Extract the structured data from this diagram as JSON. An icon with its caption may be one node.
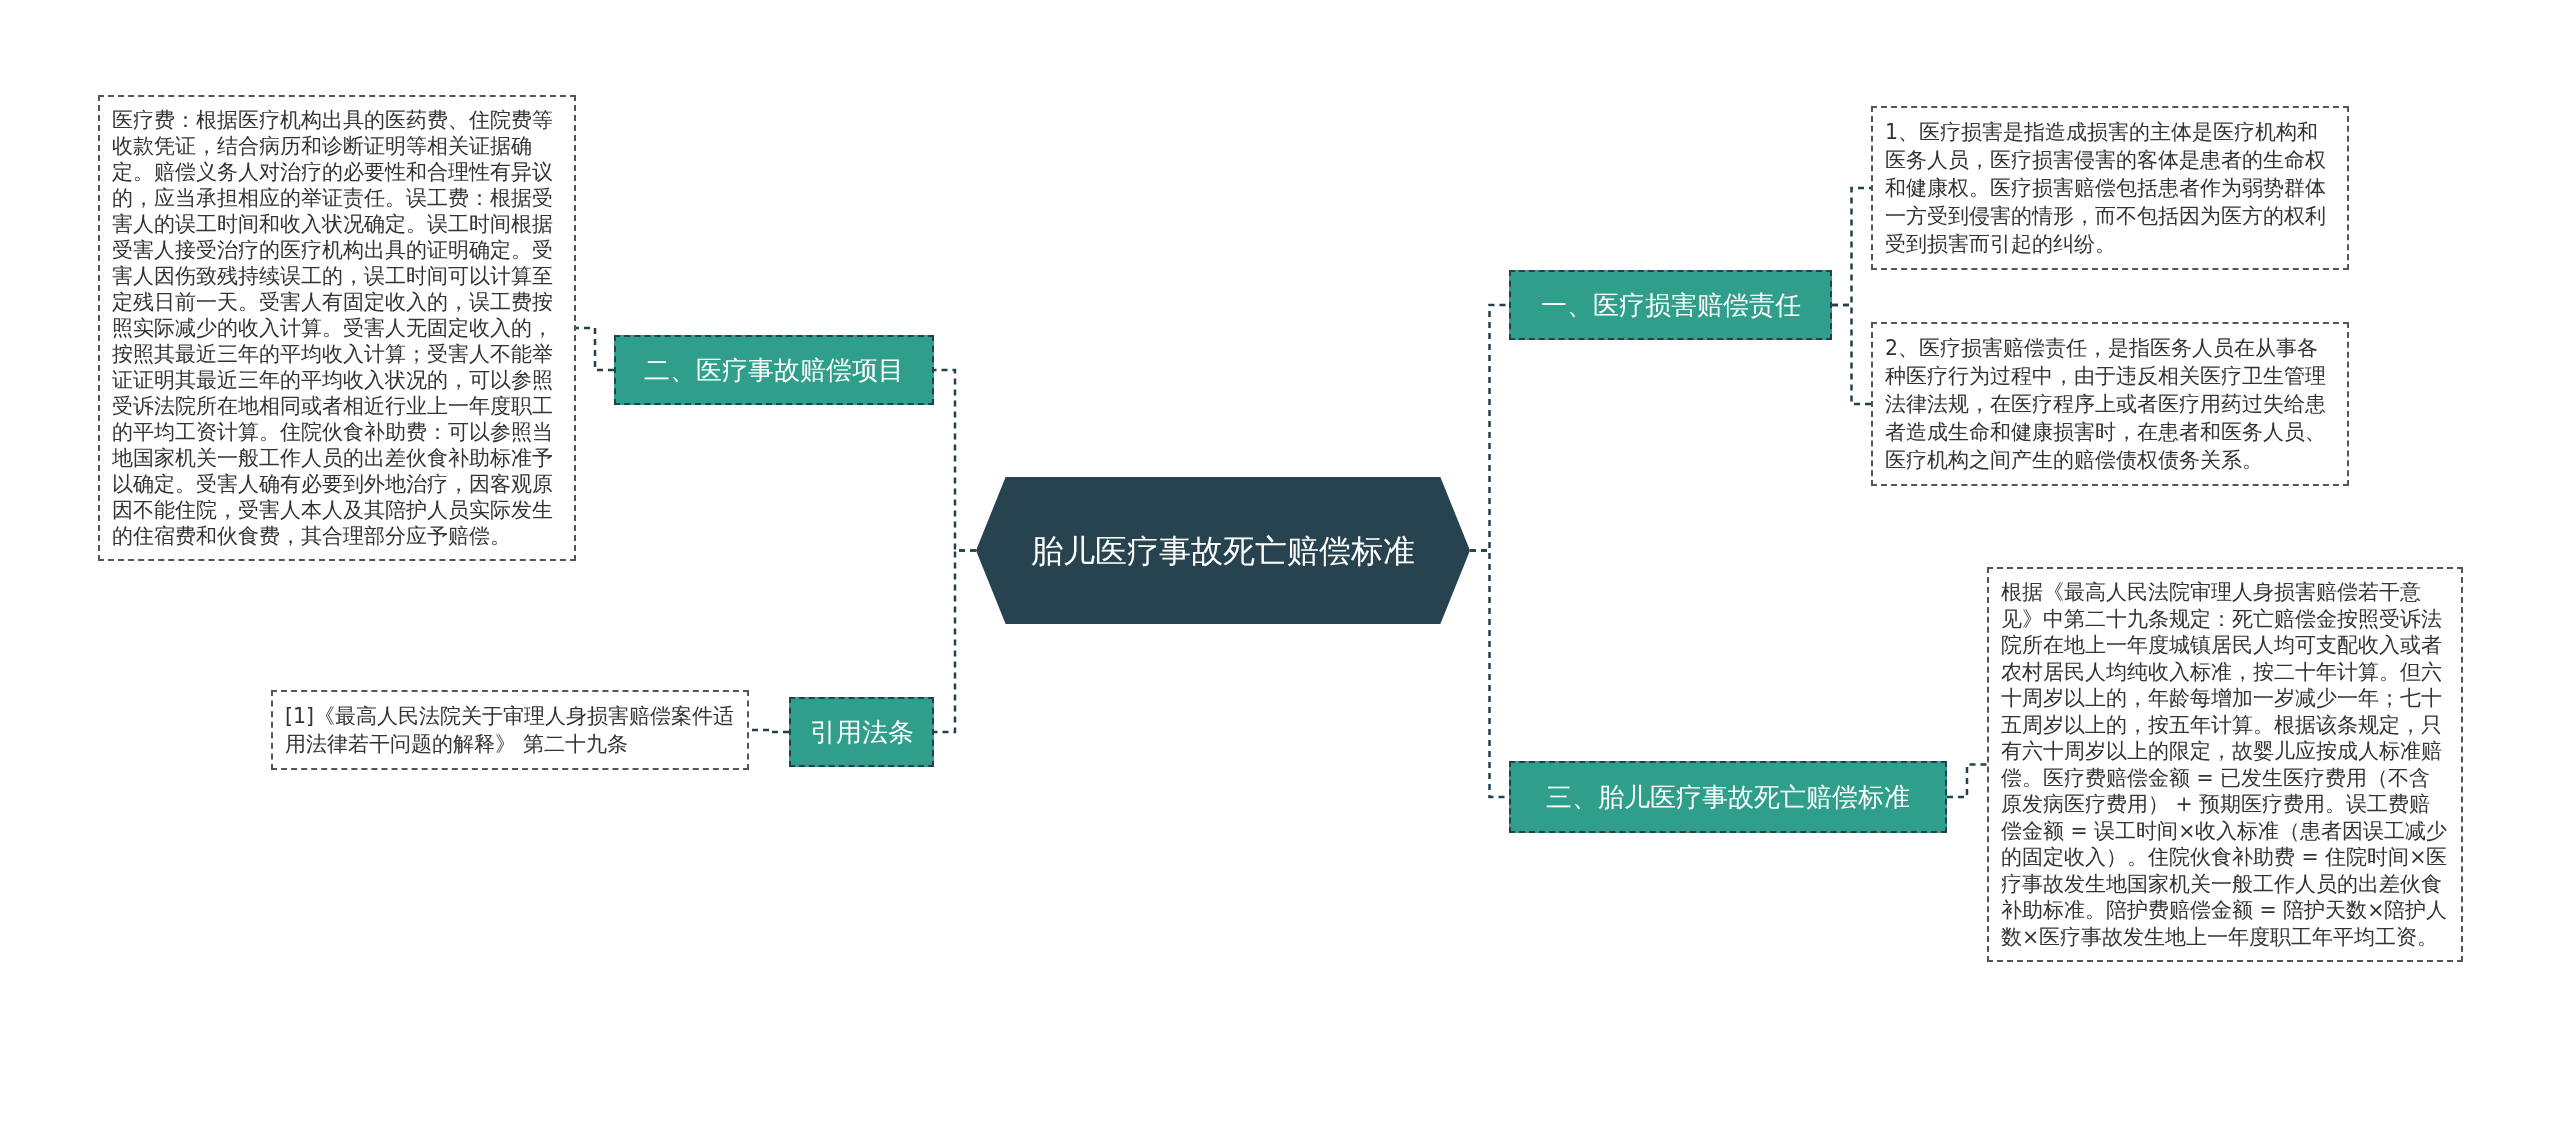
{
  "diagram": {
    "nodes": [
      {
        "text": [
          "胎儿医疗事故死亡赔偿标准"
        ]
      },
      {
        "text": [
          "二、医疗事故赔偿项目"
        ]
      },
      {
        "text": [
          "医疗费：根据医疗机构出具的医药费、住院费等收款凭证，结合病历和诊断证明等相关证据确定。赔偿义务人对治疗的必要性和合理性有异议的，应当承担相应的举证责任。误工费：根据受害人的误工时间和收入状况确定。误工时间根据受害人接受治疗的医疗机构出具的证明确定。受害人因伤致残持续误工的，误工时间可以计算至定残日前一天。受害人有固定收入的，误工费按照实际减少的收入计算。受害人无固定收入的，按照其最近三年的平均收入计算；受害人不能举证证明其最近三年的平均收入状况的，可以参照受诉法院所在地相同或者相近行业上一年度职工的平均工资计算。住院伙食补助费：可以参照当地国家机关一般工作人员的出差伙食补助标准予以确定。受害人确有必要到外地治疗，因客观原因不能住院，受害人本人及其陪护人员实际发生的住宿费和伙食费，其合理部分应予赔偿。"
        ]
      },
      {
        "text": [
          "引用法条"
        ]
      },
      {
        "text": [
          "[1]《最高人民法院关于审理人身损害赔偿案件适用法律若干问题的解释》 第二十九条"
        ]
      },
      {
        "text": [
          "一、医疗损害赔偿责任"
        ]
      },
      {
        "text": [
          "1、医疗损害是指造成损害的主体是医疗机构和医务人员，医疗损害侵害的客体是患者的生命权和健康权。医疗损害赔偿包括患者作为弱势群体一方受到侵害的情形，而不包括因为医方的权利受到损害而引起的纠纷。"
        ]
      },
      {
        "text": [
          "2、医疗损害赔偿责任，是指医务人员在从事各种医疗行为过程中，由于违反相关医疗卫生管理法律法规，在医疗程序上或者医疗用药过失给患者造成生命和健康损害时，在患者和医务人员、医疗机构之间产生的赔偿债权债务关系。"
        ]
      },
      {
        "text": [
          "三、胎儿医疗事故死亡赔偿标准"
        ]
      },
      {
        "text": [
          "根据《最高人民法院审理人身损害赔偿若干意见》中第二十九条规定：死亡赔偿金按照受诉法院所在地上一年度城镇居民人均可支配收入或者农村居民人均纯收入标准，按二十年计算。但六十周岁以上的，年龄每增加一岁减少一年；七十五周岁以上的，按五年计算。根据该条规定，只有六十周岁以上的限定，故婴儿应按成人标准赔偿。医疗费赔偿金额 = 已发生医疗费用（不含原发病医疗费用） + 预期医疗费用。误工费赔偿金额 = 误工时间×收入标准（患者因误工减少的固定收入）。住院伙食补助费 = 住院时间×医疗事故发生地国家机关一般工作人员的出差伙食补助标准。陪护费赔偿金额 = 陪护天数×陪护人数×医疗事故发生地上一年度职工年平均工资。"
        ]
      }
    ],
    "edges": [
      {
        "from": 0,
        "to": 1,
        "arrow": "none"
      },
      {
        "from": 1,
        "to": 2,
        "arrow": "none"
      },
      {
        "from": 0,
        "to": 3,
        "arrow": "none"
      },
      {
        "from": 3,
        "to": 4,
        "arrow": "none"
      },
      {
        "from": 0,
        "to": 5,
        "arrow": "none"
      },
      {
        "from": 5,
        "to": 6,
        "arrow": "none"
      },
      {
        "from": 5,
        "to": 7,
        "arrow": "none"
      },
      {
        "from": 0,
        "to": 8,
        "arrow": "none"
      },
      {
        "from": 8,
        "to": 9,
        "arrow": "none"
      }
    ]
  }
}
